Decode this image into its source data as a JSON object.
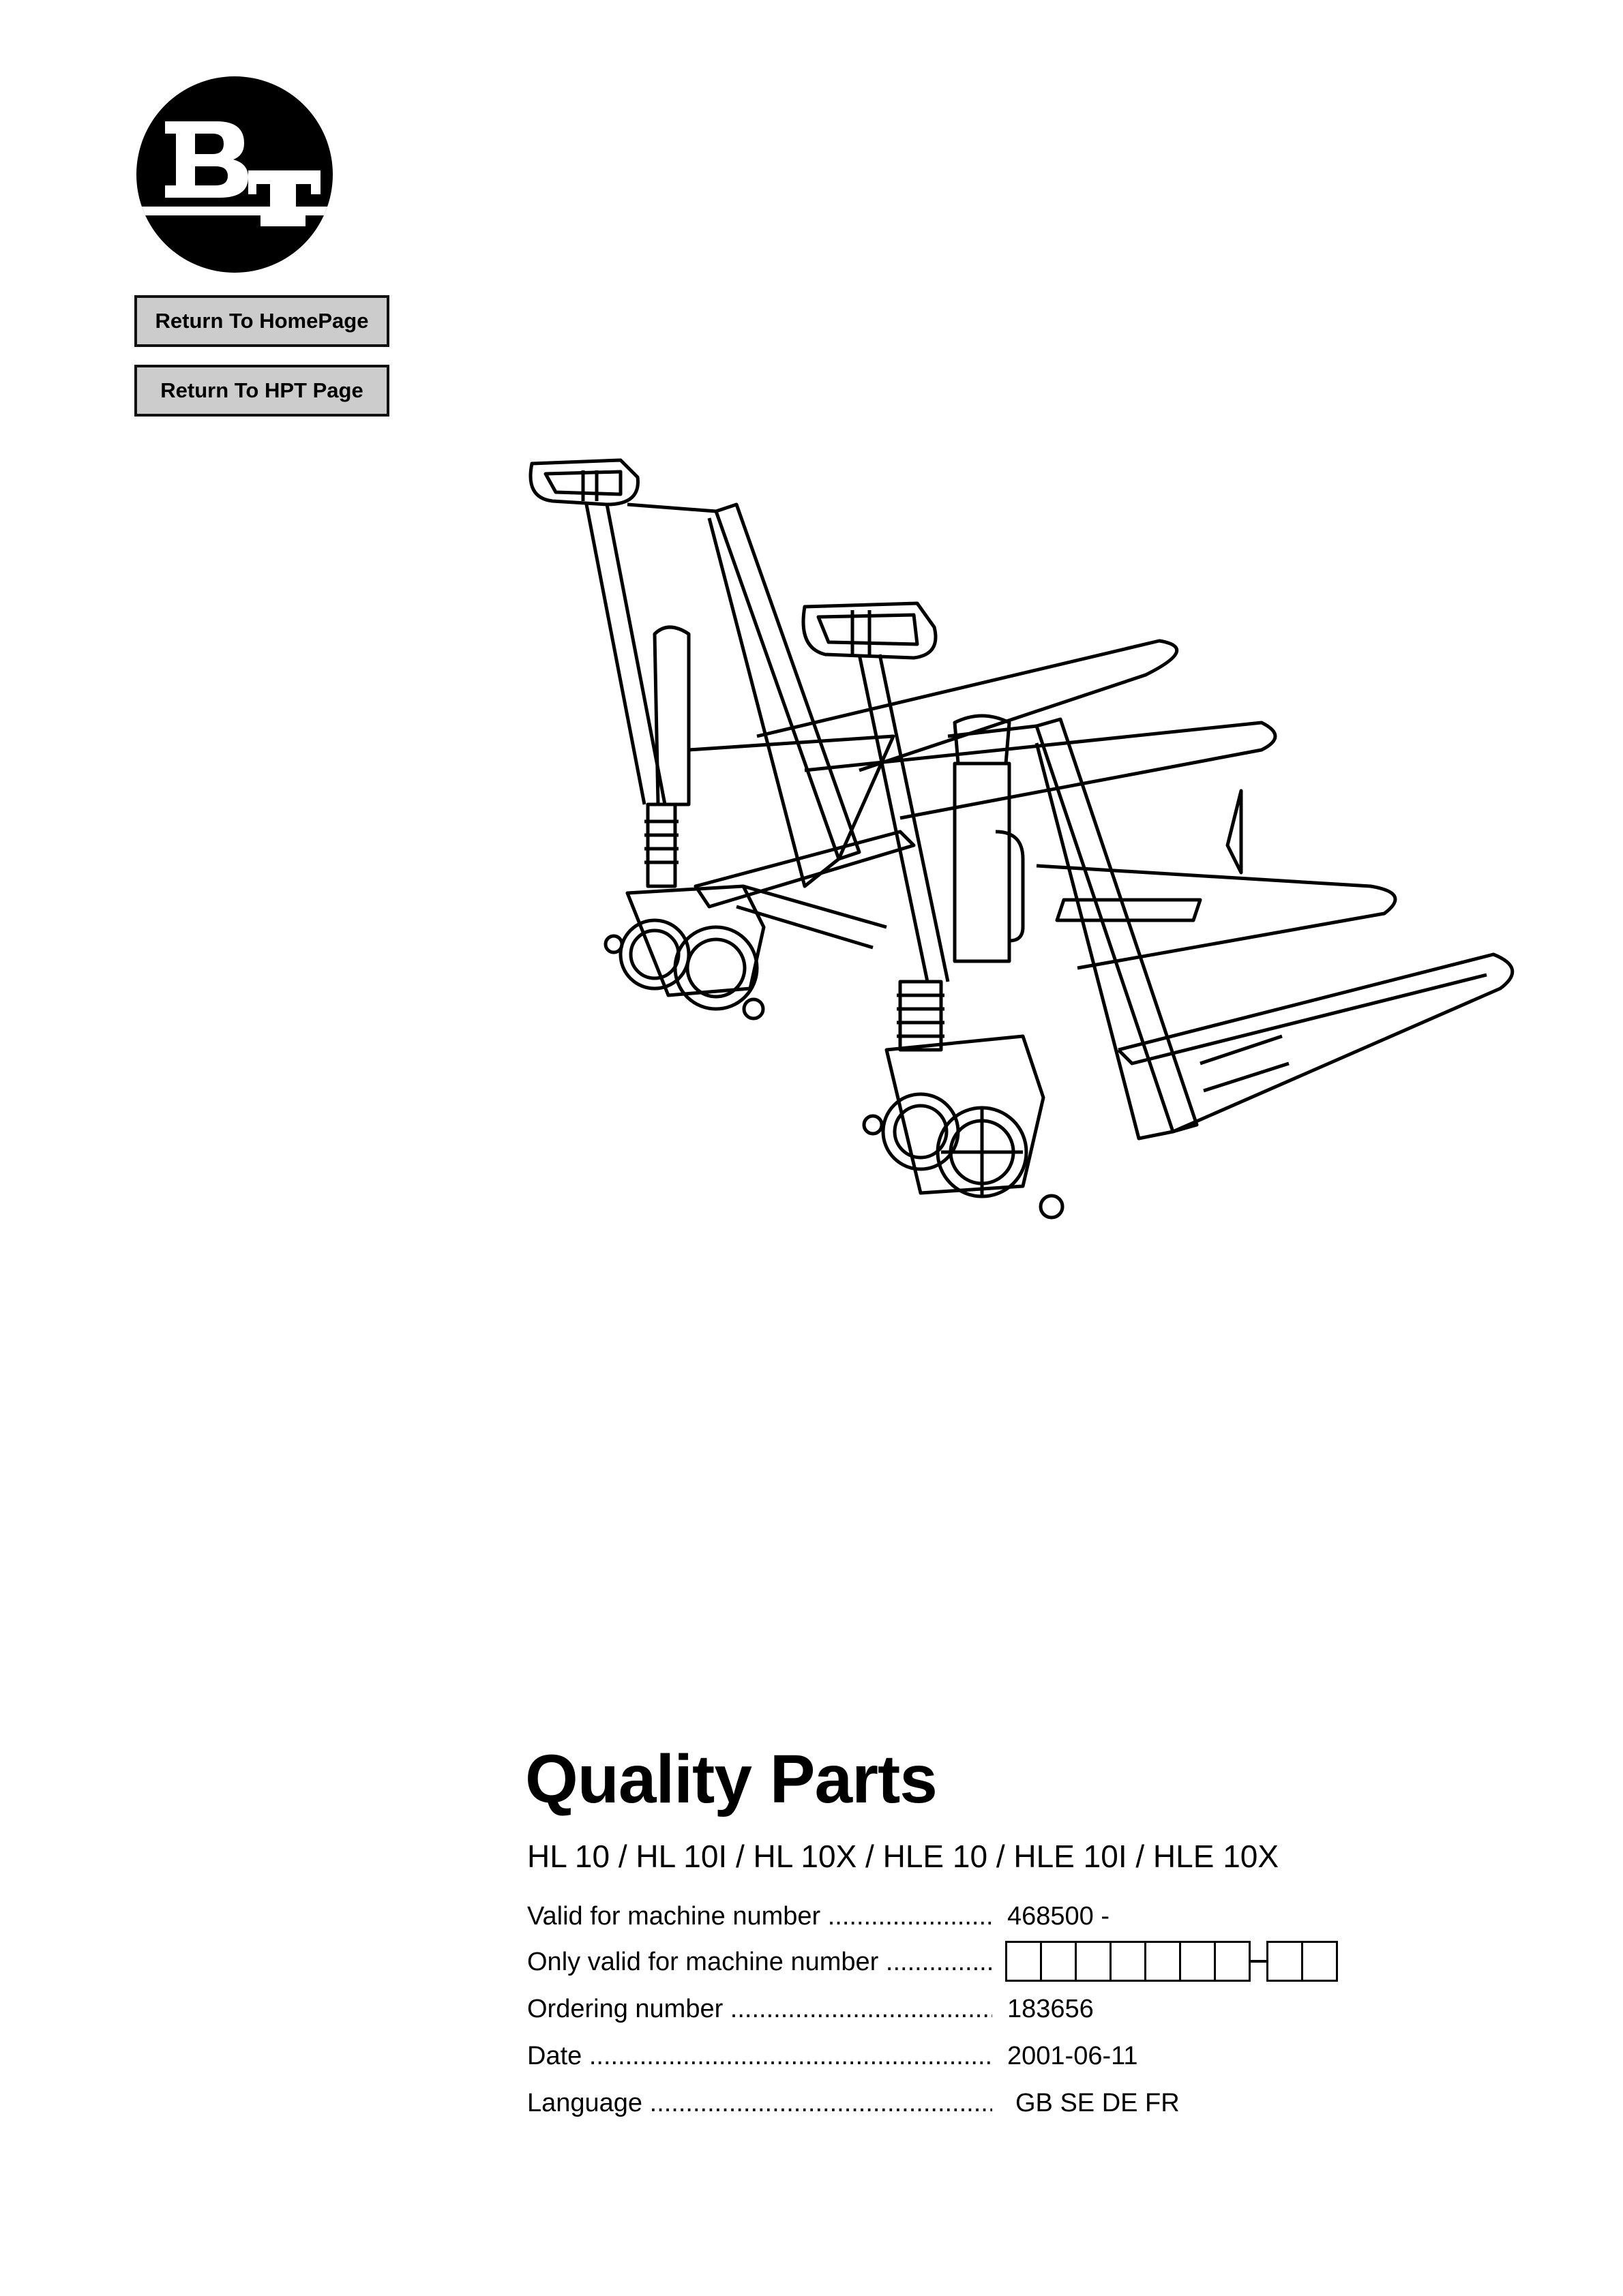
{
  "logo": {
    "text": "BT"
  },
  "nav": {
    "home_button": "Return To HomePage",
    "hpt_button": "Return To HPT Page"
  },
  "illustration": {
    "icon": "pallet-truck-drawing"
  },
  "document": {
    "title": "Quality Parts",
    "models": "HL 10 / HL 10I / HL 10X / HLE 10 / HLE 10I / HLE 10X",
    "fields": [
      {
        "label": "Valid for machine number",
        "value": "468500 -"
      },
      {
        "label": "Only valid for machine number",
        "value": ""
      },
      {
        "label": "Ordering number",
        "value": "183656"
      },
      {
        "label": "Date",
        "value": "2001-06-11"
      },
      {
        "label": "Language",
        "value": "GB SE DE FR"
      }
    ]
  }
}
